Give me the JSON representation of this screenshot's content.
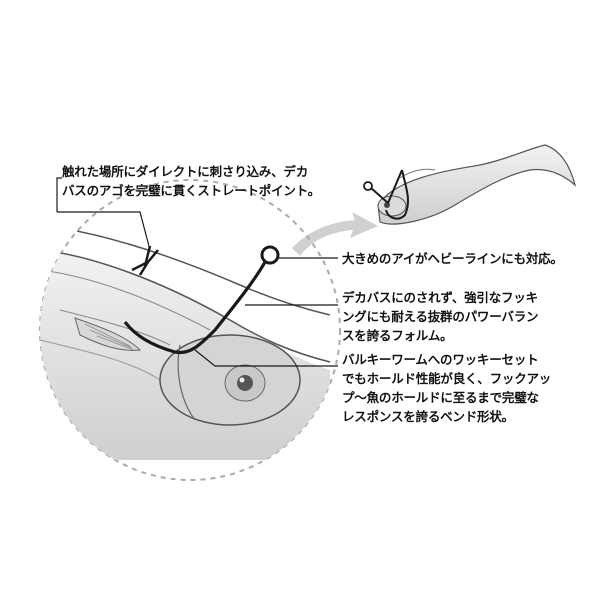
{
  "callouts": {
    "point": {
      "lines": [
        "触れた場所にダイレクトに刺さり込み、デカ",
        "バスのアゴを完璧に貫くストレートポイント。"
      ]
    },
    "eye": {
      "lines": [
        "大きめのアイがヘビーラインにも対応。"
      ]
    },
    "power": {
      "lines": [
        "デカバスにのされず、強引なフッキ",
        "ングにも耐える抜群のパワーバラン",
        "スを誇るフォルム。"
      ]
    },
    "bend": {
      "lines": [
        "バルキーワームへのワッキーセット",
        "でもホールド性能が良く、フックアッ",
        "プ～魚のホールドに至るまで完璧な",
        "レスポンスを誇るベンド形状。"
      ]
    }
  },
  "colors": {
    "text": "#111111",
    "hook": "#1a1a1a",
    "worm_fill": "#e6e6e6",
    "worm_stroke": "#555555",
    "zoom_circle": "#aaaaaa",
    "arrow": "#cfcfcf"
  }
}
